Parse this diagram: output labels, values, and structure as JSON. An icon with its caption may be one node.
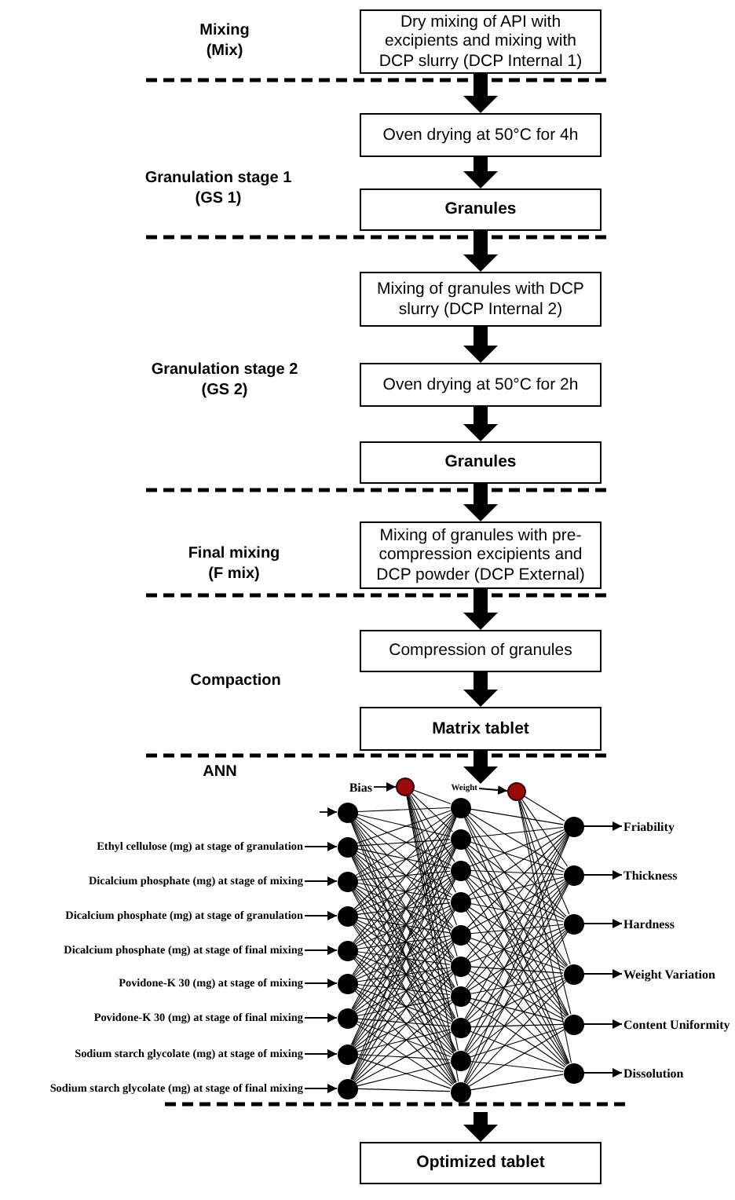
{
  "diagram": {
    "nodes": [
      {
        "text": [
          "Dry mixing of API with excipients and mixing with DCP slurry (DCP Internal 1)"
        ]
      },
      {
        "text": [
          "Oven drying at 50°C for 4h"
        ]
      },
      {
        "text": [
          "Granules"
        ]
      },
      {
        "text": [
          "Mixing of granules with DCP slurry (DCP Internal 2)"
        ]
      },
      {
        "text": [
          "Oven drying at 50°C for 2h"
        ]
      },
      {
        "text": [
          "Granules"
        ]
      },
      {
        "text": [
          "Mixing of granules with pre-compression excipients and DCP powder (DCP External)"
        ]
      },
      {
        "text": [
          "Compression of granules"
        ]
      },
      {
        "text": [
          "Matrix tablet"
        ]
      },
      {
        "text": [
          "Bias"
        ]
      },
      {
        "text": [],
        "shape": "circle"
      },
      {
        "text": [
          "Weight"
        ]
      },
      {
        "text": [],
        "shape": "circle"
      },
      {
        "text": [
          "Ethyl cellulose (mg) at stage of granulation"
        ]
      },
      {
        "text": [
          "Dicalcium phosphate (mg) at stage of mixing"
        ]
      },
      {
        "text": [
          "Dicalcium phosphate (mg) at stage of granulation"
        ]
      },
      {
        "text": [
          "Dicalcium phosphate (mg) at stage of final mixing"
        ]
      },
      {
        "text": [
          "Povidone-K 30 (mg) at stage of mixing"
        ]
      },
      {
        "text": [
          "Povidone-K 30 (mg) at stage of final mixing"
        ]
      },
      {
        "text": [
          "Sodium starch glycolate (mg) at stage of mixing"
        ]
      },
      {
        "text": [
          "Sodium starch glycolate (mg) at stage of final mixing"
        ]
      },
      {
        "text": [],
        "shape": "circle"
      },
      {
        "text": [],
        "shape": "circle"
      },
      {
        "text": [],
        "shape": "circle"
      },
      {
        "text": [],
        "shape": "circle"
      },
      {
        "text": [],
        "shape": "circle"
      },
      {
        "text": [],
        "shape": "circle"
      },
      {
        "text": [],
        "shape": "circle"
      },
      {
        "text": [],
        "shape": "circle"
      },
      {
        "text": [],
        "shape": "circle"
      },
      {
        "text": [],
        "shape": "circle"
      },
      {
        "text": [],
        "shape": "circle"
      },
      {
        "text": [],
        "shape": "circle"
      },
      {
        "text": [],
        "shape": "circle"
      },
      {
        "text": [],
        "shape": "circle"
      },
      {
        "text": [],
        "shape": "circle"
      },
      {
        "text": [],
        "shape": "circle"
      },
      {
        "text": [],
        "shape": "circle"
      },
      {
        "text": [],
        "shape": "circle"
      },
      {
        "text": [],
        "shape": "circle"
      },
      {
        "text": [],
        "shape": "circle"
      },
      {
        "text": [],
        "shape": "circle"
      },
      {
        "text": [],
        "shape": "circle"
      },
      {
        "text": [],
        "shape": "circle"
      },
      {
        "text": [],
        "shape": "circle"
      },
      {
        "text": [],
        "shape": "circle"
      },
      {
        "text": [
          "Friability"
        ]
      },
      {
        "text": [
          "Thickness"
        ]
      },
      {
        "text": [
          "Hardness"
        ]
      },
      {
        "text": [
          "Weight Variation"
        ]
      },
      {
        "text": [
          "Content Uniformity"
        ]
      },
      {
        "text": [
          "Dissolution"
        ]
      },
      {
        "text": [
          "Optimized tablet"
        ]
      }
    ],
    "edges": [
      {
        "from": 0,
        "to": 1,
        "arrow": "to",
        "style": "thick"
      },
      {
        "from": 1,
        "to": 2,
        "arrow": "to",
        "style": "thick"
      },
      {
        "from": 2,
        "to": 3,
        "arrow": "to",
        "style": "thick"
      },
      {
        "from": 3,
        "to": 4,
        "arrow": "to",
        "style": "thick"
      },
      {
        "from": 4,
        "to": 5,
        "arrow": "to",
        "style": "thick"
      },
      {
        "from": 5,
        "to": 6,
        "arrow": "to",
        "style": "thick"
      },
      {
        "from": 6,
        "to": 7,
        "arrow": "to",
        "style": "thick"
      },
      {
        "from": 7,
        "to": 8,
        "arrow": "to",
        "style": "thick"
      },
      {
        "from": 8,
        "to": null,
        "arrow": "to",
        "style": "thick"
      },
      {
        "from": null,
        "to": 52,
        "arrow": "to",
        "style": "thick"
      },
      {
        "from": 9,
        "to": 10,
        "arrow": "to"
      },
      {
        "from": 11,
        "to": 12,
        "arrow": "to"
      },
      {
        "from": null,
        "to": 21,
        "arrow": "to"
      },
      {
        "from": 13,
        "to": 22,
        "arrow": "to"
      },
      {
        "from": 14,
        "to": 23,
        "arrow": "to"
      },
      {
        "from": 15,
        "to": 24,
        "arrow": "to"
      },
      {
        "from": 16,
        "to": 25,
        "arrow": "to"
      },
      {
        "from": 17,
        "to": 26,
        "arrow": "to"
      },
      {
        "from": 18,
        "to": 27,
        "arrow": "to"
      },
      {
        "from": 19,
        "to": 28,
        "arrow": "to"
      },
      {
        "from": 20,
        "to": 29,
        "arrow": "to"
      },
      {
        "from": 10,
        "to": 30,
        "arrow": "none"
      },
      {
        "from": 10,
        "to": 31,
        "arrow": "none"
      },
      {
        "from": 10,
        "to": 32,
        "arrow": "none"
      },
      {
        "from": 10,
        "to": 33,
        "arrow": "none"
      },
      {
        "from": 10,
        "to": 34,
        "arrow": "none"
      },
      {
        "from": 10,
        "to": 35,
        "arrow": "none"
      },
      {
        "from": 10,
        "to": 36,
        "arrow": "none"
      },
      {
        "from": 10,
        "to": 37,
        "arrow": "none"
      },
      {
        "from": 10,
        "to": 38,
        "arrow": "none"
      },
      {
        "from": 10,
        "to": 39,
        "arrow": "none"
      },
      {
        "from": 21,
        "to": 30,
        "arrow": "none"
      },
      {
        "from": 21,
        "to": 31,
        "arrow": "none"
      },
      {
        "from": 21,
        "to": 32,
        "arrow": "none"
      },
      {
        "from": 21,
        "to": 33,
        "arrow": "none"
      },
      {
        "from": 21,
        "to": 34,
        "arrow": "none"
      },
      {
        "from": 21,
        "to": 35,
        "arrow": "none"
      },
      {
        "from": 21,
        "to": 36,
        "arrow": "none"
      },
      {
        "from": 21,
        "to": 37,
        "arrow": "none"
      },
      {
        "from": 21,
        "to": 38,
        "arrow": "none"
      },
      {
        "from": 21,
        "to": 39,
        "arrow": "none"
      },
      {
        "from": 22,
        "to": 30,
        "arrow": "none"
      },
      {
        "from": 22,
        "to": 31,
        "arrow": "none"
      },
      {
        "from": 22,
        "to": 32,
        "arrow": "none"
      },
      {
        "from": 22,
        "to": 33,
        "arrow": "none"
      },
      {
        "from": 22,
        "to": 34,
        "arrow": "none"
      },
      {
        "from": 22,
        "to": 35,
        "arrow": "none"
      },
      {
        "from": 22,
        "to": 36,
        "arrow": "none"
      },
      {
        "from": 22,
        "to": 37,
        "arrow": "none"
      },
      {
        "from": 22,
        "to": 38,
        "arrow": "none"
      },
      {
        "from": 22,
        "to": 39,
        "arrow": "none"
      },
      {
        "from": 23,
        "to": 30,
        "arrow": "none"
      },
      {
        "from": 23,
        "to": 31,
        "arrow": "none"
      },
      {
        "from": 23,
        "to": 32,
        "arrow": "none"
      },
      {
        "from": 23,
        "to": 33,
        "arrow": "none"
      },
      {
        "from": 23,
        "to": 34,
        "arrow": "none"
      },
      {
        "from": 23,
        "to": 35,
        "arrow": "none"
      },
      {
        "from": 23,
        "to": 36,
        "arrow": "none"
      },
      {
        "from": 23,
        "to": 37,
        "arrow": "none"
      },
      {
        "from": 23,
        "to": 38,
        "arrow": "none"
      },
      {
        "from": 23,
        "to": 39,
        "arrow": "none"
      },
      {
        "from": 24,
        "to": 30,
        "arrow": "none"
      },
      {
        "from": 24,
        "to": 31,
        "arrow": "none"
      },
      {
        "from": 24,
        "to": 32,
        "arrow": "none"
      },
      {
        "from": 24,
        "to": 33,
        "arrow": "none"
      },
      {
        "from": 24,
        "to": 34,
        "arrow": "none"
      },
      {
        "from": 24,
        "to": 35,
        "arrow": "none"
      },
      {
        "from": 24,
        "to": 36,
        "arrow": "none"
      },
      {
        "from": 24,
        "to": 37,
        "arrow": "none"
      },
      {
        "from": 24,
        "to": 38,
        "arrow": "none"
      },
      {
        "from": 24,
        "to": 39,
        "arrow": "none"
      },
      {
        "from": 25,
        "to": 30,
        "arrow": "none"
      },
      {
        "from": 25,
        "to": 31,
        "arrow": "none"
      },
      {
        "from": 25,
        "to": 32,
        "arrow": "none"
      },
      {
        "from": 25,
        "to": 33,
        "arrow": "none"
      },
      {
        "from": 25,
        "to": 34,
        "arrow": "none"
      },
      {
        "from": 25,
        "to": 35,
        "arrow": "none"
      },
      {
        "from": 25,
        "to": 36,
        "arrow": "none"
      },
      {
        "from": 25,
        "to": 37,
        "arrow": "none"
      },
      {
        "from": 25,
        "to": 38,
        "arrow": "none"
      },
      {
        "from": 25,
        "to": 39,
        "arrow": "none"
      },
      {
        "from": 26,
        "to": 30,
        "arrow": "none"
      },
      {
        "from": 26,
        "to": 31,
        "arrow": "none"
      },
      {
        "from": 26,
        "to": 32,
        "arrow": "none"
      },
      {
        "from": 26,
        "to": 33,
        "arrow": "none"
      },
      {
        "from": 26,
        "to": 34,
        "arrow": "none"
      },
      {
        "from": 26,
        "to": 35,
        "arrow": "none"
      },
      {
        "from": 26,
        "to": 36,
        "arrow": "none"
      },
      {
        "from": 26,
        "to": 37,
        "arrow": "none"
      },
      {
        "from": 26,
        "to": 38,
        "arrow": "none"
      },
      {
        "from": 26,
        "to": 39,
        "arrow": "none"
      },
      {
        "from": 27,
        "to": 30,
        "arrow": "none"
      },
      {
        "from": 27,
        "to": 31,
        "arrow": "none"
      },
      {
        "from": 27,
        "to": 32,
        "arrow": "none"
      },
      {
        "from": 27,
        "to": 33,
        "arrow": "none"
      },
      {
        "from": 27,
        "to": 34,
        "arrow": "none"
      },
      {
        "from": 27,
        "to": 35,
        "arrow": "none"
      },
      {
        "from": 27,
        "to": 36,
        "arrow": "none"
      },
      {
        "from": 27,
        "to": 37,
        "arrow": "none"
      },
      {
        "from": 27,
        "to": 38,
        "arrow": "none"
      },
      {
        "from": 27,
        "to": 39,
        "arrow": "none"
      },
      {
        "from": 28,
        "to": 30,
        "arrow": "none"
      },
      {
        "from": 28,
        "to": 31,
        "arrow": "none"
      },
      {
        "from": 28,
        "to": 32,
        "arrow": "none"
      },
      {
        "from": 28,
        "to": 33,
        "arrow": "none"
      },
      {
        "from": 28,
        "to": 34,
        "arrow": "none"
      },
      {
        "from": 28,
        "to": 35,
        "arrow": "none"
      },
      {
        "from": 28,
        "to": 36,
        "arrow": "none"
      },
      {
        "from": 28,
        "to": 37,
        "arrow": "none"
      },
      {
        "from": 28,
        "to": 38,
        "arrow": "none"
      },
      {
        "from": 28,
        "to": 39,
        "arrow": "none"
      },
      {
        "from": 29,
        "to": 30,
        "arrow": "none"
      },
      {
        "from": 29,
        "to": 31,
        "arrow": "none"
      },
      {
        "from": 29,
        "to": 32,
        "arrow": "none"
      },
      {
        "from": 29,
        "to": 33,
        "arrow": "none"
      },
      {
        "from": 29,
        "to": 34,
        "arrow": "none"
      },
      {
        "from": 29,
        "to": 35,
        "arrow": "none"
      },
      {
        "from": 29,
        "to": 36,
        "arrow": "none"
      },
      {
        "from": 29,
        "to": 37,
        "arrow": "none"
      },
      {
        "from": 29,
        "to": 38,
        "arrow": "none"
      },
      {
        "from": 29,
        "to": 39,
        "arrow": "none"
      },
      {
        "from": 30,
        "to": 40,
        "arrow": "none"
      },
      {
        "from": 30,
        "to": 41,
        "arrow": "none"
      },
      {
        "from": 30,
        "to": 42,
        "arrow": "none"
      },
      {
        "from": 30,
        "to": 43,
        "arrow": "none"
      },
      {
        "from": 30,
        "to": 44,
        "arrow": "none"
      },
      {
        "from": 30,
        "to": 45,
        "arrow": "none"
      },
      {
        "from": 31,
        "to": 40,
        "arrow": "none"
      },
      {
        "from": 31,
        "to": 41,
        "arrow": "none"
      },
      {
        "from": 31,
        "to": 42,
        "arrow": "none"
      },
      {
        "from": 31,
        "to": 43,
        "arrow": "none"
      },
      {
        "from": 31,
        "to": 44,
        "arrow": "none"
      },
      {
        "from": 31,
        "to": 45,
        "arrow": "none"
      },
      {
        "from": 32,
        "to": 40,
        "arrow": "none"
      },
      {
        "from": 32,
        "to": 41,
        "arrow": "none"
      },
      {
        "from": 32,
        "to": 42,
        "arrow": "none"
      },
      {
        "from": 32,
        "to": 43,
        "arrow": "none"
      },
      {
        "from": 32,
        "to": 44,
        "arrow": "none"
      },
      {
        "from": 32,
        "to": 45,
        "arrow": "none"
      },
      {
        "from": 33,
        "to": 40,
        "arrow": "none"
      },
      {
        "from": 33,
        "to": 41,
        "arrow": "none"
      },
      {
        "from": 33,
        "to": 42,
        "arrow": "none"
      },
      {
        "from": 33,
        "to": 43,
        "arrow": "none"
      },
      {
        "from": 33,
        "to": 44,
        "arrow": "none"
      },
      {
        "from": 33,
        "to": 45,
        "arrow": "none"
      },
      {
        "from": 34,
        "to": 40,
        "arrow": "none"
      },
      {
        "from": 34,
        "to": 41,
        "arrow": "none"
      },
      {
        "from": 34,
        "to": 42,
        "arrow": "none"
      },
      {
        "from": 34,
        "to": 43,
        "arrow": "none"
      },
      {
        "from": 34,
        "to": 44,
        "arrow": "none"
      },
      {
        "from": 34,
        "to": 45,
        "arrow": "none"
      },
      {
        "from": 35,
        "to": 40,
        "arrow": "none"
      },
      {
        "from": 35,
        "to": 41,
        "arrow": "none"
      },
      {
        "from": 35,
        "to": 42,
        "arrow": "none"
      },
      {
        "from": 35,
        "to": 43,
        "arrow": "none"
      },
      {
        "from": 35,
        "to": 44,
        "arrow": "none"
      },
      {
        "from": 35,
        "to": 45,
        "arrow": "none"
      },
      {
        "from": 36,
        "to": 40,
        "arrow": "none"
      },
      {
        "from": 36,
        "to": 41,
        "arrow": "none"
      },
      {
        "from": 36,
        "to": 42,
        "arrow": "none"
      },
      {
        "from": 36,
        "to": 43,
        "arrow": "none"
      },
      {
        "from": 36,
        "to": 44,
        "arrow": "none"
      },
      {
        "from": 36,
        "to": 45,
        "arrow": "none"
      },
      {
        "from": 37,
        "to": 40,
        "arrow": "none"
      },
      {
        "from": 37,
        "to": 41,
        "arrow": "none"
      },
      {
        "from": 37,
        "to": 42,
        "arrow": "none"
      },
      {
        "from": 37,
        "to": 43,
        "arrow": "none"
      },
      {
        "from": 37,
        "to": 44,
        "arrow": "none"
      },
      {
        "from": 37,
        "to": 45,
        "arrow": "none"
      },
      {
        "from": 38,
        "to": 40,
        "arrow": "none"
      },
      {
        "from": 38,
        "to": 41,
        "arrow": "none"
      },
      {
        "from": 38,
        "to": 42,
        "arrow": "none"
      },
      {
        "from": 38,
        "to": 43,
        "arrow": "none"
      },
      {
        "from": 38,
        "to": 44,
        "arrow": "none"
      },
      {
        "from": 38,
        "to": 45,
        "arrow": "none"
      },
      {
        "from": 39,
        "to": 40,
        "arrow": "none"
      },
      {
        "from": 39,
        "to": 41,
        "arrow": "none"
      },
      {
        "from": 39,
        "to": 42,
        "arrow": "none"
      },
      {
        "from": 39,
        "to": 43,
        "arrow": "none"
      },
      {
        "from": 39,
        "to": 44,
        "arrow": "none"
      },
      {
        "from": 39,
        "to": 45,
        "arrow": "none"
      },
      {
        "from": 12,
        "to": 40,
        "arrow": "none"
      },
      {
        "from": 12,
        "to": 41,
        "arrow": "none"
      },
      {
        "from": 12,
        "to": 42,
        "arrow": "none"
      },
      {
        "from": 12,
        "to": 43,
        "arrow": "none"
      },
      {
        "from": 12,
        "to": 44,
        "arrow": "none"
      },
      {
        "from": 12,
        "to": 45,
        "arrow": "none"
      },
      {
        "from": 40,
        "to": 46,
        "arrow": "to"
      },
      {
        "from": 41,
        "to": 47,
        "arrow": "to"
      },
      {
        "from": 42,
        "to": 48,
        "arrow": "to"
      },
      {
        "from": 43,
        "to": 49,
        "arrow": "to"
      },
      {
        "from": 44,
        "to": 50,
        "arrow": "to"
      },
      {
        "from": 45,
        "to": 51,
        "arrow": "to"
      }
    ],
    "labels": [
      "Mixing (Mix)",
      "Granulation stage 1 (GS 1)",
      "Granulation stage 2 (GS 2)",
      "Final mixing (F mix)",
      "Compaction",
      "ANN"
    ]
  }
}
